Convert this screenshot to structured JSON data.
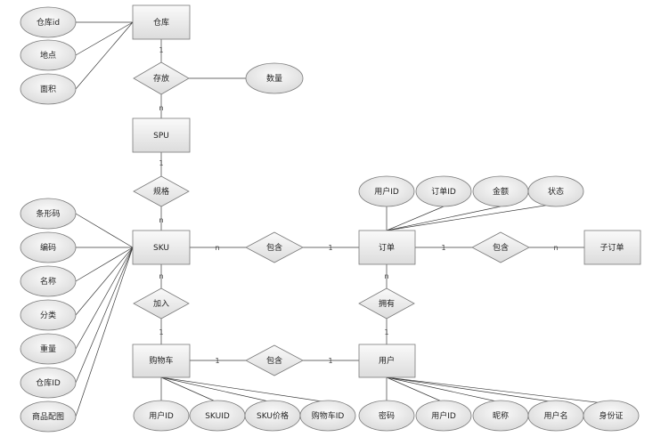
{
  "entities": {
    "warehouse": "仓库",
    "spu": "SPU",
    "sku": "SKU",
    "cart": "购物车",
    "order": "订单",
    "suborder": "子订单",
    "user": "用户"
  },
  "relationships": {
    "store": "存放",
    "spec": "规格",
    "add": "加入",
    "contain_sku_order": "包含",
    "contain_cart_user": "包含",
    "contain_order_suborder": "包含",
    "own": "拥有"
  },
  "attributes": {
    "warehouse": [
      "仓库id",
      "地点",
      "面积"
    ],
    "store": [
      "数量"
    ],
    "sku": [
      "条形码",
      "编码",
      "名称",
      "分类",
      "重量",
      "仓库ID",
      "商品配图"
    ],
    "cart": [
      "用户ID",
      "SKUID",
      "SKU价格",
      "购物车ID"
    ],
    "order": [
      "用户ID",
      "订单ID",
      "金额",
      "状态"
    ],
    "user": [
      "密码",
      "用户ID",
      "昵称",
      "用户名",
      "身份证"
    ]
  },
  "cardinality": {
    "warehouse_store": "1",
    "store_spu": "n",
    "spu_spec": "1",
    "spec_sku": "n",
    "sku_contain": "n",
    "contain_order": "1",
    "order_contain": "1",
    "contain_suborder": "n",
    "sku_add": "n",
    "add_cart": "1",
    "order_own": "n",
    "own_user": "1",
    "cart_contain": "1",
    "contain_user": "1"
  },
  "colors": {
    "shape_fill_top": "#fafafa",
    "shape_fill_bottom": "#dedede",
    "stroke": "#7a7a7a",
    "edge": "#3a3a3a",
    "text": "#222222"
  }
}
